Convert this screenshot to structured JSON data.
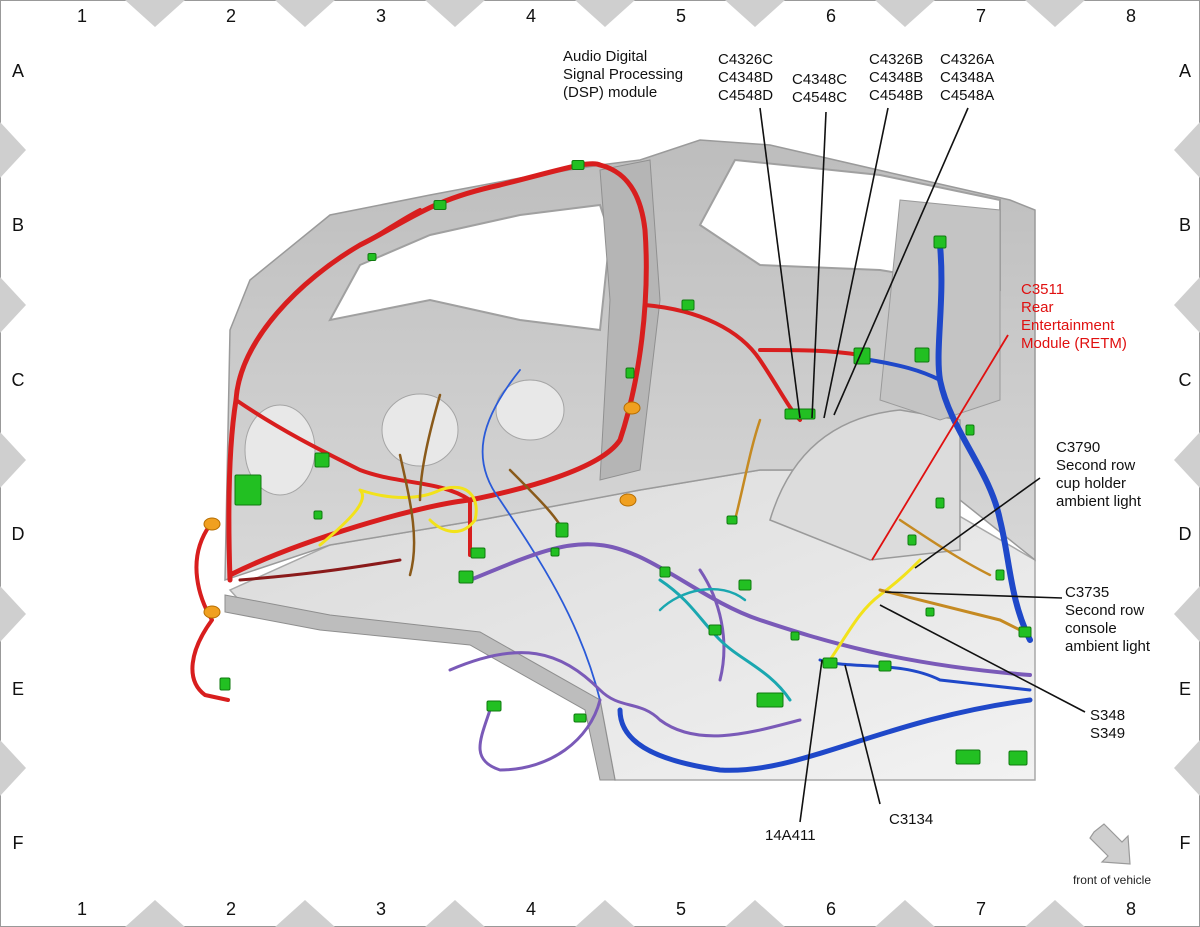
{
  "grid": {
    "columns": [
      "1",
      "2",
      "3",
      "4",
      "5",
      "6",
      "7",
      "8"
    ],
    "rows": [
      "A",
      "B",
      "C",
      "D",
      "E",
      "F"
    ]
  },
  "callouts": {
    "dsp": [
      "Audio Digital",
      "Signal Processing",
      "(DSP) module"
    ],
    "c4326c": [
      "C4326C",
      "C4348D",
      "C4548D"
    ],
    "c4348c": [
      "C4348C",
      "C4548C"
    ],
    "c4326b": [
      "C4326B",
      "C4348B",
      "C4548B"
    ],
    "c4326a": [
      "C4326A",
      "C4348A",
      "C4548A"
    ],
    "retm": [
      "C3511",
      "Rear",
      "Entertainment",
      "Module (RETM)"
    ],
    "c3790": [
      "C3790",
      "Second row",
      "cup holder",
      "ambient light"
    ],
    "c3735": [
      "C3735",
      "Second row",
      "console",
      "ambient light"
    ],
    "s348": [
      "S348",
      "S349"
    ],
    "c3134": [
      "C3134"
    ],
    "a14a411": [
      "14A411"
    ]
  },
  "front_label": "front of vehicle",
  "colors": {
    "harness_red": "#d81e1e",
    "harness_blue": "#1f48c9",
    "harness_purple": "#7a5ab8",
    "harness_teal": "#1aa7b0",
    "harness_yellow": "#f2e21a",
    "harness_brown": "#8a5a1a",
    "connector_green": "#22c022",
    "callout_red": "#e01010",
    "body_gray": "#c8c8c8"
  }
}
